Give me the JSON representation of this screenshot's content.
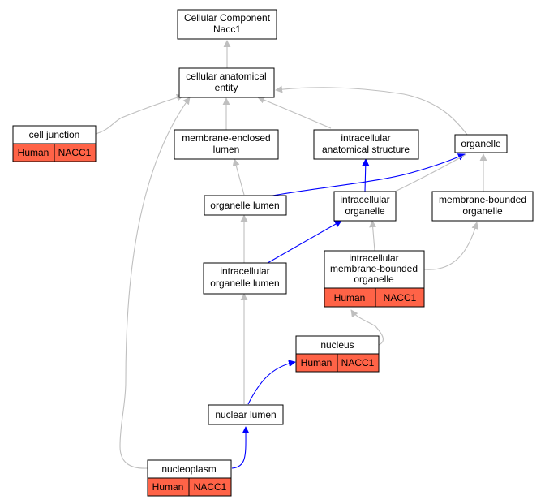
{
  "colors": {
    "background": "#ffffff",
    "edge_default": "#bfbfbf",
    "edge_highlight": "#0000ff",
    "annotation_fill": "#ff6347",
    "node_fill": "#ffffff",
    "node_border": "#000000"
  },
  "nodes": {
    "root": {
      "lines": [
        "Cellular Component",
        "Nacc1"
      ]
    },
    "cellular_anatomical_entity": {
      "lines": [
        "cellular anatomical",
        "entity"
      ]
    },
    "cell_junction": {
      "lines": [
        "cell junction"
      ],
      "annotation": [
        "Human",
        "NACC1"
      ]
    },
    "membrane_enclosed_lumen": {
      "lines": [
        "membrane-enclosed",
        "lumen"
      ]
    },
    "intracellular_anatomical_structure": {
      "lines": [
        "intracellular",
        "anatomical structure"
      ]
    },
    "organelle": {
      "lines": [
        "organelle"
      ]
    },
    "organelle_lumen": {
      "lines": [
        "organelle lumen"
      ]
    },
    "intracellular_organelle": {
      "lines": [
        "intracellular",
        "organelle"
      ]
    },
    "membrane_bounded_organelle": {
      "lines": [
        "membrane-bounded",
        "organelle"
      ]
    },
    "intracellular_organelle_lumen": {
      "lines": [
        "intracellular",
        "organelle lumen"
      ]
    },
    "intracellular_membrane_bounded_organelle": {
      "lines": [
        "intracellular",
        "membrane-bounded",
        "organelle"
      ],
      "annotation": [
        "Human",
        "NACC1"
      ]
    },
    "nucleus": {
      "lines": [
        "nucleus"
      ],
      "annotation": [
        "Human",
        "NACC1"
      ]
    },
    "nuclear_lumen": {
      "lines": [
        "nuclear lumen"
      ]
    },
    "nucleoplasm": {
      "lines": [
        "nucleoplasm"
      ],
      "annotation": [
        "Human",
        "NACC1"
      ]
    }
  }
}
